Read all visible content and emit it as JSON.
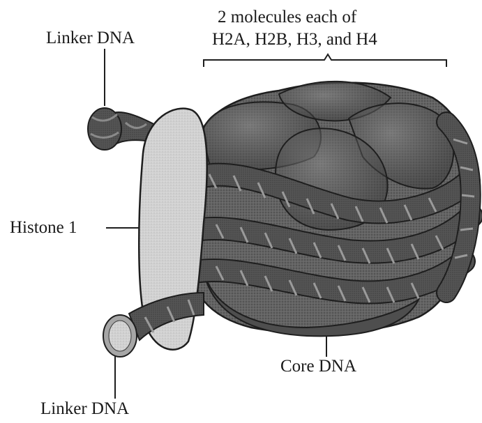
{
  "diagram": {
    "labels": {
      "top_linker": "Linker DNA",
      "histone_octamer_line1": "2 molecules each of",
      "histone_octamer_line2": "H2A, H2B, H3, and H4",
      "histone1": "Histone 1",
      "core_dna": "Core DNA",
      "bottom_linker": "Linker DNA"
    },
    "colors": {
      "histone_core": "#5f5f5f",
      "histone_core_light": "#7a7a7a",
      "dna_rope": "#4d4d4d",
      "dna_rope_highlight": "#8a8a8a",
      "histone1": "#cfcfcf",
      "outline": "#1e1e1e",
      "text": "#1a1a1a"
    }
  }
}
